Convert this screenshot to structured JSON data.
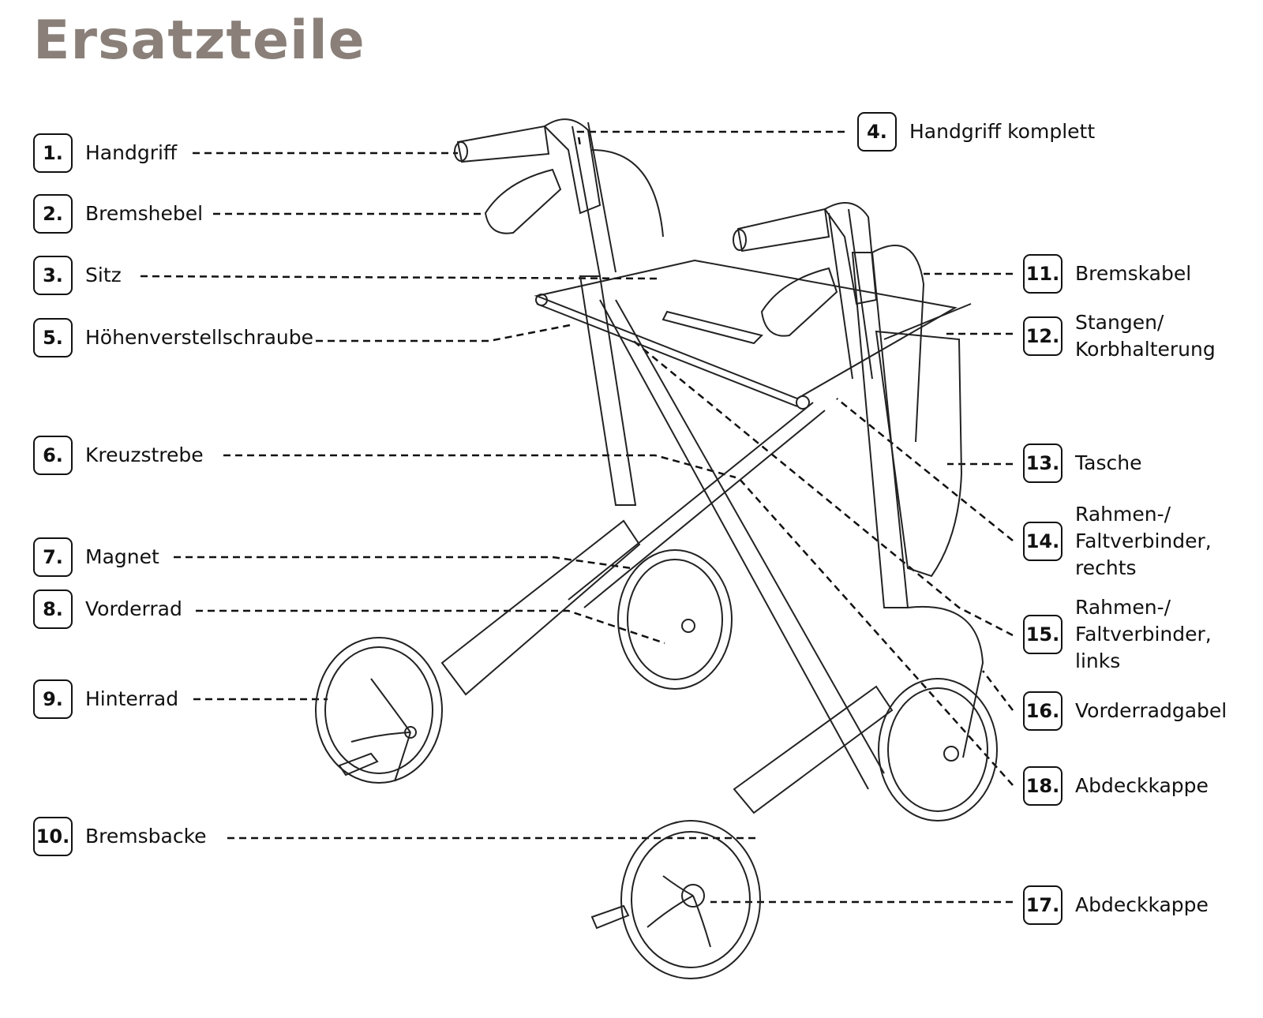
{
  "title": "Ersatzteile",
  "parts": [
    {
      "num": "1.",
      "label": "Handgriff"
    },
    {
      "num": "2.",
      "label": "Bremshebel"
    },
    {
      "num": "3.",
      "label": "Sitz"
    },
    {
      "num": "4.",
      "label": "Handgriff komplett"
    },
    {
      "num": "5.",
      "label": "Höhenverstellschraube"
    },
    {
      "num": "6.",
      "label": "Kreuzstrebe"
    },
    {
      "num": "7.",
      "label": "Magnet"
    },
    {
      "num": "8.",
      "label": "Vorderrad"
    },
    {
      "num": "9.",
      "label": "Hinterrad"
    },
    {
      "num": "10.",
      "label": "Bremsbacke"
    },
    {
      "num": "11.",
      "label": "Bremskabel"
    },
    {
      "num": "12.",
      "label": "Stangen/\nKorbhalterung"
    },
    {
      "num": "13.",
      "label": "Tasche"
    },
    {
      "num": "14.",
      "label": "Rahmen-/\nFaltverbinder,\nrechts"
    },
    {
      "num": "15.",
      "label": "Rahmen-/\nFaltverbinder,\nlinks"
    },
    {
      "num": "16.",
      "label": "Vorderradgabel"
    },
    {
      "num": "17.",
      "label": "Abdeckkappe"
    },
    {
      "num": "18.",
      "label": "Abdeckkappe"
    }
  ]
}
